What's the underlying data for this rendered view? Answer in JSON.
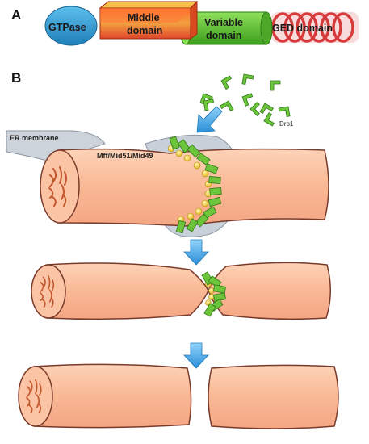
{
  "panel_a": {
    "label": "A",
    "domains": {
      "gtpase": "GTPase",
      "middle_line1": "Middle",
      "middle_line2": "domain",
      "variable_line1": "Variable",
      "variable_line2": "domain",
      "ged": "GED domain"
    }
  },
  "panel_b": {
    "label": "B",
    "er_membrane": "ER membrane",
    "adaptors": "Mff/Mid51/Mid49",
    "drp1": "Drp1"
  },
  "colors": {
    "mito_fill": "#fbc4a4",
    "mito_stroke": "#7a3a2a",
    "crista": "#c4562e",
    "drp1_green": "#6cc53a",
    "drp1_dark": "#2e7a16",
    "adaptor_yellow": "#f5d83a",
    "er_gray": "#c8d0d8",
    "arrow_blue": "#3aa6e6",
    "gtpase_blue": "#2f9fd6",
    "middle_red": "#e8552b",
    "variable_green": "#69c93a",
    "ged_red": "#d63a3a"
  }
}
